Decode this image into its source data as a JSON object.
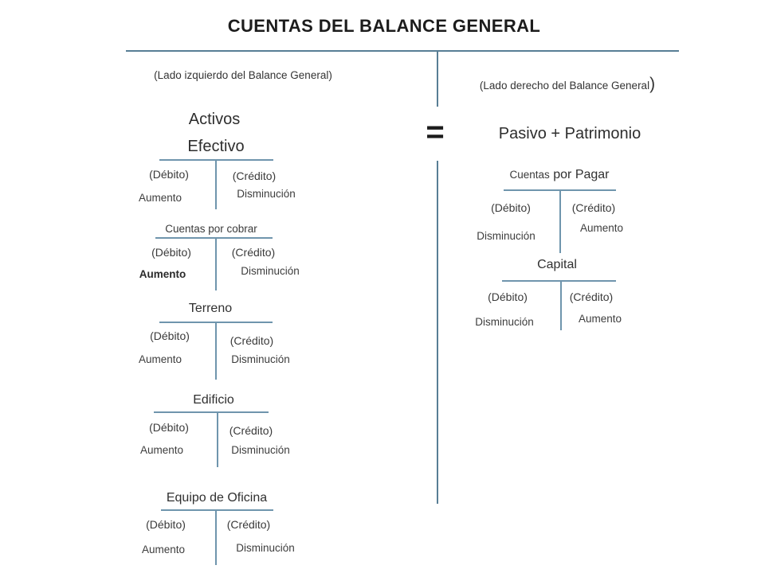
{
  "title": "CUENTAS DEL BALANCE GENERAL",
  "equals_sign": "=",
  "left_panel": {
    "caption": "(Lado izquierdo del Balance General)",
    "heading": "Activos",
    "accounts": [
      {
        "name": "Efectivo",
        "debit": "(Débito)",
        "credit": "(Crédito)",
        "debit_effect": "Aumento",
        "credit_effect": "Disminución"
      },
      {
        "name": "Cuentas por cobrar",
        "debit": "(Débito)",
        "credit": "(Crédito)",
        "debit_effect": "Aumento",
        "credit_effect": "Disminución"
      },
      {
        "name": "Terreno",
        "debit": "(Débito)",
        "credit": "(Crédito)",
        "debit_effect": "Aumento",
        "credit_effect": "Disminución"
      },
      {
        "name": "Edificio",
        "debit": "(Débito)",
        "credit": "(Crédito)",
        "debit_effect": "Aumento",
        "credit_effect": "Disminución"
      },
      {
        "name": "Equipo de Oficina",
        "debit": "(Débito)",
        "credit": "(Crédito)",
        "debit_effect": "Aumento",
        "credit_effect": "Disminución"
      }
    ]
  },
  "right_panel": {
    "caption": "(Lado derecho del Balance General",
    "caption_paren": ")",
    "heading": "Pasivo + Patrimonio",
    "accounts": [
      {
        "name_small": "Cuentas",
        "name_large": "por Pagar",
        "debit": "(Débito)",
        "credit": "(Crédito)",
        "debit_effect": "Disminución",
        "credit_effect": "Aumento"
      },
      {
        "name": "Capital",
        "debit": "(Débito)",
        "credit": "(Crédito)",
        "debit_effect": "Disminución",
        "credit_effect": "Aumento"
      }
    ]
  },
  "colors": {
    "divider": "#587e95",
    "t_line": "#6f95ad",
    "text": "#3a3a3a",
    "title_text": "#1c1c1c"
  }
}
